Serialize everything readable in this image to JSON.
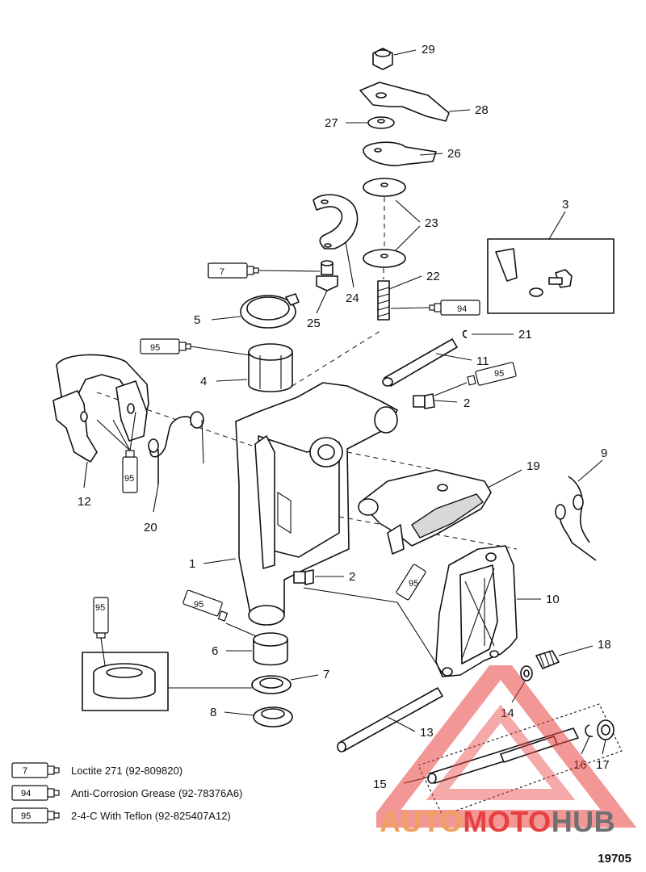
{
  "callouts": {
    "p1": "1",
    "p2a": "2",
    "p2b": "2",
    "p3": "3",
    "p4": "4",
    "p5": "5",
    "p6": "6",
    "p7": "7",
    "p8": "8",
    "p9": "9",
    "p10": "10",
    "p11": "11",
    "p12": "12",
    "p13": "13",
    "p14": "14",
    "p15": "15",
    "p16": "16",
    "p17": "17",
    "p18": "18",
    "p19": "19",
    "p20": "20",
    "p21": "21",
    "p22": "22",
    "p23": "23",
    "p24": "24",
    "p25": "25",
    "p26": "26",
    "p27": "27",
    "p28": "28",
    "p29": "29"
  },
  "tube_labels": {
    "t7_top": "7",
    "t95_a": "95",
    "t94_a": "94",
    "t95_b": "95",
    "t95_c": "95",
    "t95_d": "95",
    "t95_e": "95",
    "t95_f": "95"
  },
  "legend": [
    {
      "code": "7",
      "text": "Loctite 271 (92-809820)"
    },
    {
      "code": "94",
      "text": "Anti-Corrosion Grease (92-78376A6)"
    },
    {
      "code": "95",
      "text": "2-4-C  With Teflon (92-825407A12)"
    }
  ],
  "drawing_number": "19705",
  "watermark": {
    "part1": "AUTO",
    "part2": "MOTO",
    "part3": "HUB",
    "color_a": "#f0a060",
    "color_b": "#e84040",
    "color_c": "#707070"
  }
}
